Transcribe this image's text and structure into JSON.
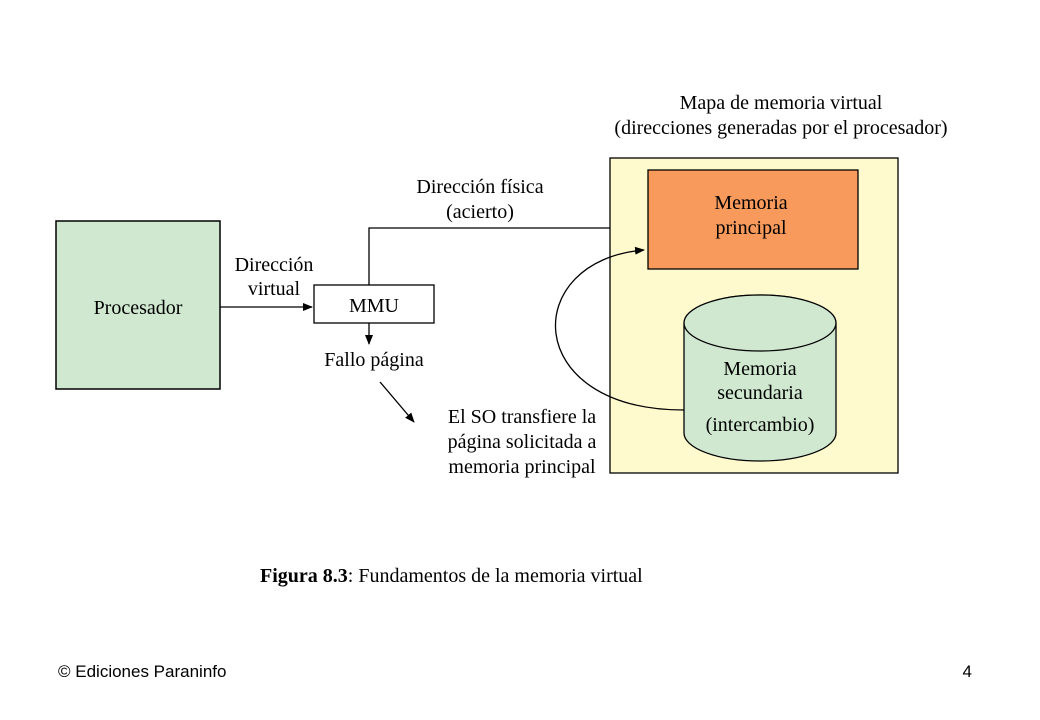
{
  "diagram": {
    "processor_label": "Procesador",
    "mmu_label": "MMU",
    "virtual_address_label": [
      "Dirección",
      "virtual"
    ],
    "physical_address_label": [
      "Dirección física",
      "(acierto)"
    ],
    "page_fault_label": "Fallo página",
    "os_transfer_label": [
      "El SO transfiere la",
      "página solicitada a",
      "memoria principal"
    ],
    "memory_map_title": [
      "Mapa de memoria virtual",
      "(direcciones generadas por el procesador)"
    ],
    "main_memory_label": [
      "Memoria",
      "principal"
    ],
    "secondary_memory_label": [
      "Memoria",
      "secundaria",
      "(intercambio)"
    ]
  },
  "caption": {
    "figure_number": "Figura 8.3",
    "text": ": Fundamentos de la memoria virtual"
  },
  "footer": {
    "publisher": "© Ediciones Paraninfo",
    "page_number": "4"
  },
  "colors": {
    "processor_fill": "#cfe8cf",
    "map_fill": "#fffacd",
    "main_memory_fill": "#f79a5c",
    "secondary_memory_fill": "#cfe8cf",
    "stroke": "#000000"
  }
}
